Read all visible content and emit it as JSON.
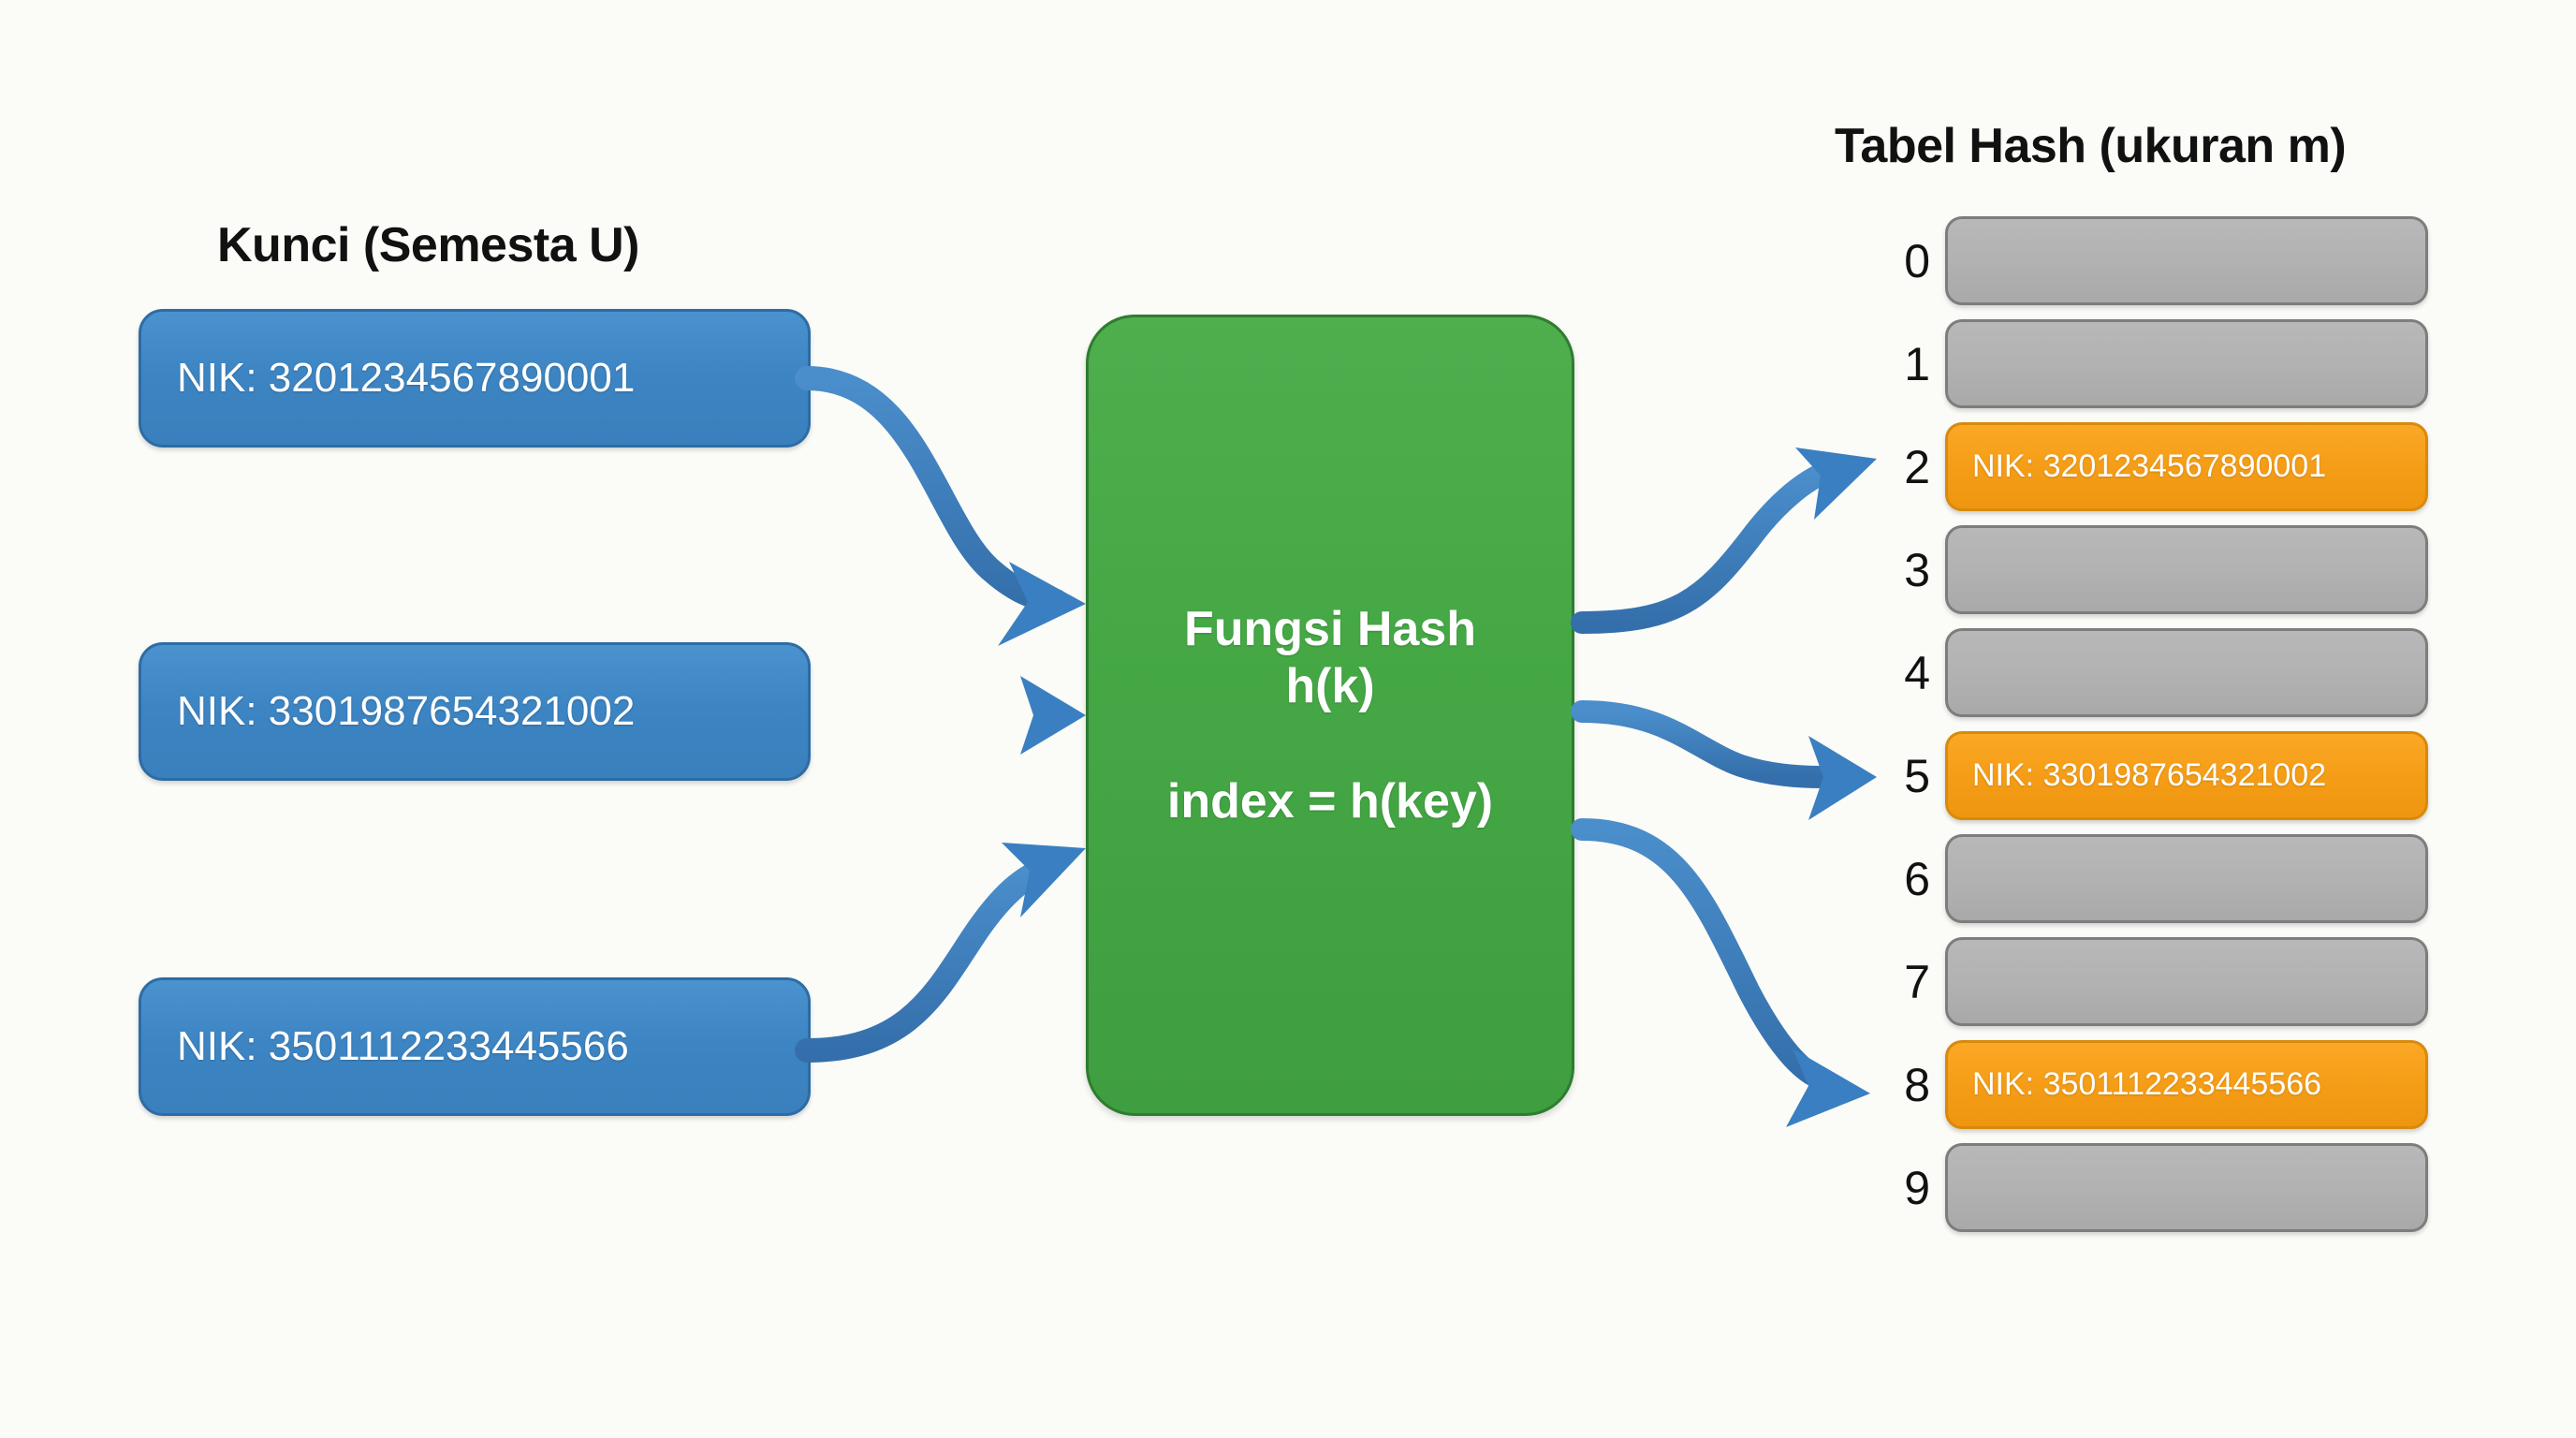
{
  "background_color": "#FBFBF8",
  "palette": {
    "key_blue": "#3C84C2",
    "key_blue_border": "#2D6CA4",
    "hash_green": "#45A845",
    "hash_green_border": "#2F7C31",
    "slot_gray": "#B2B2B2",
    "slot_gray_border": "#7D7D7D",
    "slot_orange": "#F59D17",
    "slot_orange_border": "#D88A0C",
    "arrow_blue": "#3A7FC1",
    "text_dark": "#111111",
    "text_light": "#FFFFFF"
  },
  "keys_section": {
    "heading": "Kunci (Semesta U)",
    "items": [
      {
        "label": "NIK: 3201234567890001"
      },
      {
        "label": "NIK: 3301987654321002"
      },
      {
        "label": "NIK: 3501112233445566"
      }
    ]
  },
  "hash_function": {
    "title_line1": "Fungsi Hash",
    "title_line2": "h(k)",
    "formula": "index = h(key)"
  },
  "hash_table": {
    "heading": "Tabel Hash (ukuran m)",
    "slots": [
      {
        "index": "0",
        "value": "",
        "filled": false
      },
      {
        "index": "1",
        "value": "",
        "filled": false
      },
      {
        "index": "2",
        "value": "NIK: 3201234567890001",
        "filled": true
      },
      {
        "index": "3",
        "value": "",
        "filled": false
      },
      {
        "index": "4",
        "value": "",
        "filled": false
      },
      {
        "index": "5",
        "value": "NIK: 3301987654321002",
        "filled": true
      },
      {
        "index": "6",
        "value": "",
        "filled": false
      },
      {
        "index": "7",
        "value": "",
        "filled": false
      },
      {
        "index": "8",
        "value": "NIK: 3501112233445566",
        "filled": true
      },
      {
        "index": "9",
        "value": "",
        "filled": false
      }
    ]
  },
  "connectors": {
    "inputs": [
      {
        "from": "key-box-0",
        "to": "hash-box",
        "style": "curve-down"
      },
      {
        "from": "key-box-1",
        "to": "hash-box",
        "style": "straight"
      },
      {
        "from": "key-box-2",
        "to": "hash-box",
        "style": "curve-up"
      }
    ],
    "outputs": [
      {
        "from": "hash-box",
        "to": "slot-2",
        "style": "curve-up"
      },
      {
        "from": "hash-box",
        "to": "slot-5",
        "style": "curve-down-shallow"
      },
      {
        "from": "hash-box",
        "to": "slot-8",
        "style": "curve-down"
      }
    ]
  }
}
